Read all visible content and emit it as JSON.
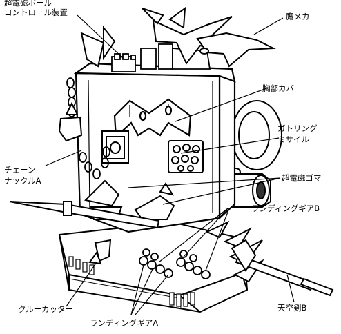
{
  "diagram": {
    "labels": {
      "ball_control": [
        "超電磁ボール",
        "コントロール装置"
      ],
      "hawk": "鷹メカ",
      "chest": "胸部カバー",
      "gatling": [
        "ガトリング",
        "ミサイル"
      ],
      "chain": [
        "チェーン",
        "ナックルA"
      ],
      "goma": "超電磁ゴマ",
      "gear_b": "ランディングギアB",
      "crew": "クルーカッター",
      "sword": "天空剣B",
      "gear_a": "ランディングギアA"
    },
    "colors": {
      "ink": "#000000",
      "paper": "#ffffff",
      "shade": "#d9d9d9"
    }
  }
}
